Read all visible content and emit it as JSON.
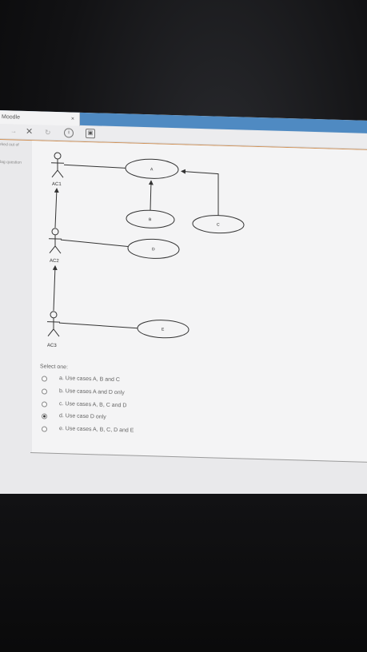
{
  "browser": {
    "tab_title": "Moodle",
    "tab_close": "×"
  },
  "toolbar": {
    "back_icon": "→",
    "close_icon": "✕",
    "refresh_icon": "↻",
    "info_icon": "i",
    "bookmark_icon": "▣"
  },
  "sidebar": {
    "marked_out_of": "rked out of",
    "flag_question": "lag question"
  },
  "diagram": {
    "actors": [
      "AC1",
      "AC2",
      "AC3"
    ],
    "use_cases": [
      "A",
      "B",
      "C",
      "D",
      "E"
    ]
  },
  "question": {
    "prompt": "Select one:",
    "options": [
      {
        "label": "a. Use cases A, B and C",
        "selected": false
      },
      {
        "label": "b. Use cases A and D only",
        "selected": false
      },
      {
        "label": "c. Use cases A, B, C and D",
        "selected": false
      },
      {
        "label": "d. Use case D only",
        "selected": true
      },
      {
        "label": "e. Use cases A, B, C, D and E",
        "selected": false
      }
    ]
  }
}
